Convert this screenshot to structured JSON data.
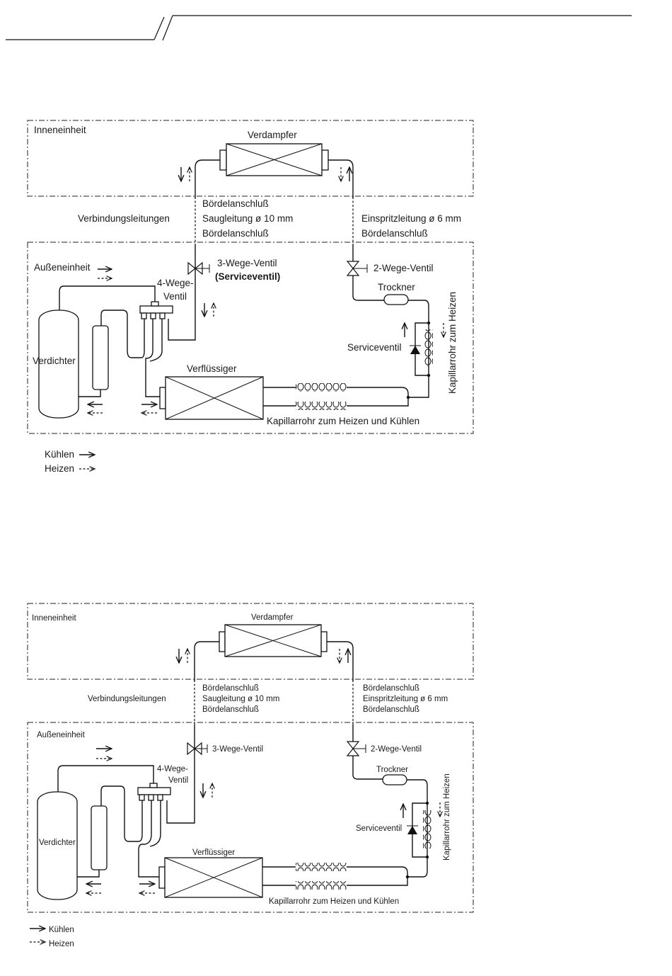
{
  "diagram1": {
    "indoor_label": "Inneneinheit",
    "evaporator": "Verdampfer",
    "flare1": "Bördelanschluß",
    "suction_line": "Saugleitung ø 10 mm",
    "flare2": "Bördelanschluß",
    "connecting_lines": "Verbindungsleitungen",
    "injection_line": "Einspritzleitung ø 6 mm",
    "flare3": "Bördelanschluß",
    "outdoor_label": "Außeneinheit",
    "valve3_label": "3-Wege-Ventil",
    "valve3_sub": "(Serviceventil)",
    "valve2_label": "2-Wege-Ventil",
    "fourway_line1": "4-Wege-",
    "fourway_line2": "Ventil",
    "dryer": "Trockner",
    "capillary_heating": "Kapillarrohr zum Heizen",
    "service_valve": "Serviceventil",
    "compressor": "Verdichter",
    "condenser": "Verflüssiger",
    "capillary_both": "Kapillarrohr zum Heizen und Kühlen",
    "legend_cooling": "Kühlen",
    "legend_heating": "Heizen"
  },
  "diagram2": {
    "indoor_label": "Inneneinheit",
    "evaporator": "Verdampfer",
    "flare_left_1": "Bördelanschluß",
    "suction_line": "Saugleitung ø 10 mm",
    "flare_left_2": "Bördelanschluß",
    "connecting_lines": "Verbindungsleitungen",
    "flare_right_1": "Bördelanschluß",
    "injection_line": "Einspritzleitung ø 6 mm",
    "flare_right_2": "Bördelanschluß",
    "outdoor_label": "Außeneinheit",
    "valve3_label": "3-Wege-Ventil",
    "valve2_label": "2-Wege-Ventil",
    "fourway_line1": "4-Wege-",
    "fourway_line2": "Ventil",
    "dryer": "Trockner",
    "capillary_heating": "Kapillarrohr zum Heizen",
    "service_valve": "Serviceventil",
    "compressor": "Verdichter",
    "condenser": "Verflüssiger",
    "capillary_both": "Kapillarrohr zum Heizen und Kühlen",
    "legend_cooling": "Kühlen",
    "legend_heating": "Heizen"
  }
}
